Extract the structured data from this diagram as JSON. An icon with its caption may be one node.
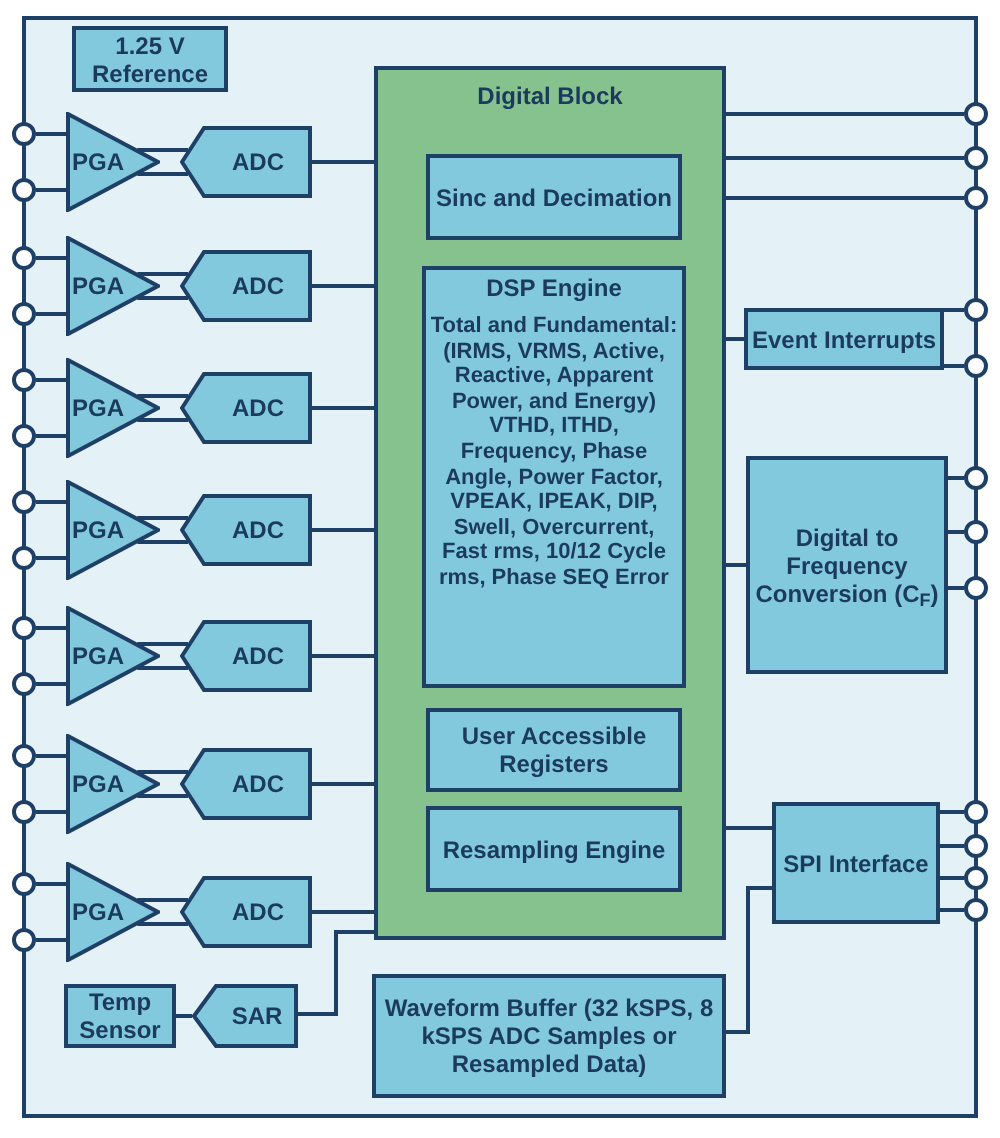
{
  "diagram": {
    "nodes": [
      {
        "text": [
          "1.25 V Reference"
        ]
      },
      {
        "text": [
          "Digital Block"
        ]
      },
      {
        "text": [
          "Sinc and Decimation"
        ],
        "in": 1
      },
      {
        "text": [
          "DSP Engine",
          "Total and Fundamental: (IRMS, VRMS, Active, Reactive, Apparent Power, and Energy) VTHD, ITHD, Frequency, Phase Angle, Power Factor, VPEAK, IPEAK, DIP, Swell, Overcurrent, Fast rms, 10/12 Cycle rms, Phase SEQ Error"
        ],
        "in": 1
      },
      {
        "text": [
          "User Accessible Registers"
        ],
        "in": 1
      },
      {
        "text": [
          "Resampling Engine"
        ],
        "in": 1
      },
      {
        "text": [
          "Event Interrupts"
        ]
      },
      {
        "text": [
          "Digital to Frequency Conversion (C$_{F}$)"
        ]
      },
      {
        "text": [
          "SPI Interface"
        ]
      },
      {
        "text": [
          "PGA"
        ]
      },
      {
        "text": [
          "ADC"
        ]
      },
      {
        "text": [
          "PGA"
        ]
      },
      {
        "text": [
          "ADC"
        ]
      },
      {
        "text": [
          "PGA"
        ]
      },
      {
        "text": [
          "ADC"
        ]
      },
      {
        "text": [
          "PGA"
        ]
      },
      {
        "text": [
          "ADC"
        ]
      },
      {
        "text": [
          "PGA"
        ]
      },
      {
        "text": [
          "ADC"
        ]
      },
      {
        "text": [
          "PGA"
        ]
      },
      {
        "text": [
          "ADC"
        ]
      },
      {
        "text": [
          "PGA"
        ]
      },
      {
        "text": [
          "ADC"
        ]
      },
      {
        "text": [
          "Temp Sensor"
        ]
      },
      {
        "text": [
          "SAR"
        ]
      },
      {
        "text": [
          "Waveform Buffer (32 kSPS, 8 kSPS ADC Samples or Resampled Data)"
        ]
      },
      {
        "text": [],
        "shape": "circle"
      },
      {
        "text": [],
        "shape": "circle"
      },
      {
        "text": [],
        "shape": "circle"
      },
      {
        "text": [],
        "shape": "circle"
      },
      {
        "text": [],
        "shape": "circle"
      },
      {
        "text": [],
        "shape": "circle"
      },
      {
        "text": [],
        "shape": "circle"
      },
      {
        "text": [],
        "shape": "circle"
      },
      {
        "text": [],
        "shape": "circle"
      },
      {
        "text": [],
        "shape": "circle"
      },
      {
        "text": [],
        "shape": "circle"
      },
      {
        "text": [],
        "shape": "circle"
      },
      {
        "text": [],
        "shape": "circle"
      },
      {
        "text": [],
        "shape": "circle"
      },
      {
        "text": [],
        "shape": "circle"
      },
      {
        "text": [],
        "shape": "circle"
      },
      {
        "text": [],
        "shape": "circle"
      },
      {
        "text": [],
        "shape": "circle"
      },
      {
        "text": [],
        "shape": "circle"
      },
      {
        "text": [],
        "shape": "circle"
      },
      {
        "text": [],
        "shape": "circle"
      },
      {
        "text": [],
        "shape": "circle"
      },
      {
        "text": [],
        "shape": "circle"
      },
      {
        "text": [],
        "shape": "circle"
      },
      {
        "text": [],
        "shape": "circle"
      },
      {
        "text": [],
        "shape": "circle"
      }
    ],
    "edges": [
      {
        "from": 26,
        "to": 9,
        "arrow": "none"
      },
      {
        "from": 27,
        "to": 9,
        "arrow": "none"
      },
      {
        "from": 9,
        "to": 10,
        "arrow": "none"
      },
      {
        "from": 10,
        "to": 1,
        "arrow": "none"
      },
      {
        "from": 28,
        "to": 11,
        "arrow": "none"
      },
      {
        "from": 29,
        "to": 11,
        "arrow": "none"
      },
      {
        "from": 11,
        "to": 12,
        "arrow": "none"
      },
      {
        "from": 12,
        "to": 1,
        "arrow": "none"
      },
      {
        "from": 30,
        "to": 13,
        "arrow": "none"
      },
      {
        "from": 31,
        "to": 13,
        "arrow": "none"
      },
      {
        "from": 13,
        "to": 14,
        "arrow": "none"
      },
      {
        "from": 14,
        "to": 1,
        "arrow": "none"
      },
      {
        "from": 32,
        "to": 15,
        "arrow": "none"
      },
      {
        "from": 33,
        "to": 15,
        "arrow": "none"
      },
      {
        "from": 15,
        "to": 16,
        "arrow": "none"
      },
      {
        "from": 16,
        "to": 1,
        "arrow": "none"
      },
      {
        "from": 34,
        "to": 17,
        "arrow": "none"
      },
      {
        "from": 35,
        "to": 17,
        "arrow": "none"
      },
      {
        "from": 17,
        "to": 18,
        "arrow": "none"
      },
      {
        "from": 18,
        "to": 1,
        "arrow": "none"
      },
      {
        "from": 36,
        "to": 19,
        "arrow": "none"
      },
      {
        "from": 37,
        "to": 19,
        "arrow": "none"
      },
      {
        "from": 19,
        "to": 20,
        "arrow": "none"
      },
      {
        "from": 20,
        "to": 1,
        "arrow": "none"
      },
      {
        "from": 38,
        "to": 21,
        "arrow": "none"
      },
      {
        "from": 39,
        "to": 21,
        "arrow": "none"
      },
      {
        "from": 21,
        "to": 22,
        "arrow": "none"
      },
      {
        "from": 22,
        "to": 1,
        "arrow": "none"
      },
      {
        "from": 23,
        "to": 24,
        "arrow": "none"
      },
      {
        "from": 24,
        "to": 1,
        "arrow": "none"
      },
      {
        "from": 1,
        "to": 40,
        "arrow": "none"
      },
      {
        "from": 1,
        "to": 41,
        "arrow": "none"
      },
      {
        "from": 1,
        "to": 42,
        "arrow": "none"
      },
      {
        "from": 1,
        "to": 6,
        "arrow": "none"
      },
      {
        "from": 6,
        "to": 43,
        "arrow": "none"
      },
      {
        "from": 6,
        "to": 44,
        "arrow": "none"
      },
      {
        "from": 1,
        "to": 7,
        "arrow": "none"
      },
      {
        "from": 7,
        "to": 45,
        "arrow": "none"
      },
      {
        "from": 7,
        "to": 46,
        "arrow": "none"
      },
      {
        "from": 7,
        "to": 47,
        "arrow": "none"
      },
      {
        "from": 1,
        "to": 8,
        "arrow": "none"
      },
      {
        "from": 25,
        "to": 8,
        "arrow": "none"
      },
      {
        "from": 8,
        "to": 48,
        "arrow": "none"
      },
      {
        "from": 8,
        "to": 49,
        "arrow": "none"
      },
      {
        "from": 8,
        "to": 50,
        "arrow": "none"
      },
      {
        "from": 8,
        "to": 51,
        "arrow": "none"
      }
    ]
  }
}
